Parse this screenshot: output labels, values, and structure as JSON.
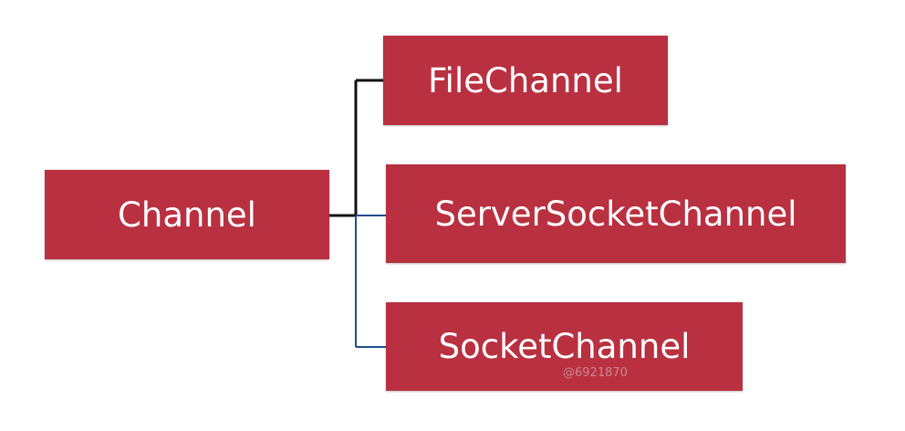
{
  "diagram": {
    "root": {
      "label": "Channel"
    },
    "children": [
      {
        "label": "FileChannel"
      },
      {
        "label": "ServerSocketChannel"
      },
      {
        "label": "SocketChannel"
      }
    ],
    "colors": {
      "node_fill": "#b93040",
      "node_text": "#ffffff",
      "connector_upper": "#111111",
      "connector_lower": "#1f4e8c"
    }
  },
  "watermark": "@6921870"
}
